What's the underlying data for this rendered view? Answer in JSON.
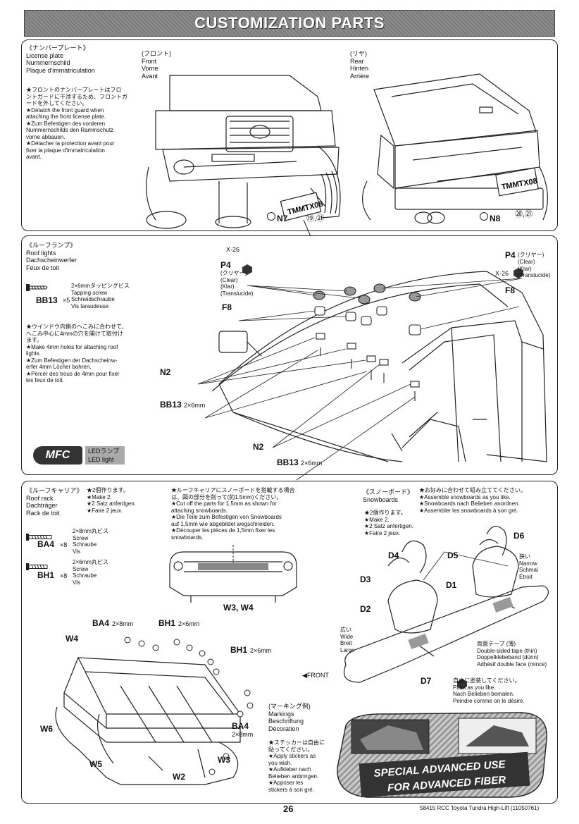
{
  "header": {
    "title": "CUSTOMIZATION PARTS"
  },
  "panel1": {
    "title_lines": "《ナンバープレート》\nLicense plate\nNummernschild\nPlaque d'immatriculation",
    "note_lines": "★フロントのナンバープレートはフロ\nントガードに干渉するため、フロントガ\nードを外してください。\n★Detatch the front guard when\nattaching the front license plate.\n★Zum Befestigen des vorderen\nNummernschilds den Rammschutz\nvorne abbauen.\n★Détacher la protection avant pour\nfixer la plaque d'immatriculation\navant.",
    "front_label": "(フロント)\nFront\nVorne\nAvant",
    "rear_label": "(リヤ)\nRear\nHinten\nArrière",
    "plate_text": "TMMTX08",
    "n7": "N7",
    "n8": "N8",
    "sticker_front": "⑲,㉑",
    "sticker_rear": "⑳,㉑"
  },
  "panel2": {
    "title_lines": "《ルーフランプ》\nRoof lights\nDachscheinwerfer\nFeux de toit",
    "screw_desc": "2×6mmタッピングビス\nTapping screw\nSchneidschraube\nVis taraudeuse",
    "screw_code": "BB13",
    "screw_qty": "×5",
    "note_lines": "★ウインドウ内側のへこみに合わせて、\nへこみ中心に4mmの穴を開けて取付け\nます。\n★Make 4mm holes for attaching roof\nlights.\n★Zum Befestigen der Dachscheinw-\nerfer 4mm Löcher bohren.\n★Percer des trous de 4mm pour fixer\nles feux de toit.",
    "mfc_badge": "MFC",
    "mfc_text": "LEDランプ\nLED light",
    "x26_a": "X-26",
    "x26_b": "X-26",
    "p4_left": "P4",
    "p4_left_desc": "(クリヤー)\n(Clear)\n(Klar)\n(Translucide)",
    "p4_right": "P4",
    "p4_right_suffix": "(クリヤー)",
    "p4_right_desc": "(Clear)\n(Klar)\n(Translucide)",
    "f8_left": "F8",
    "f8_right": "F8",
    "n2_a": "N2",
    "n2_b": "N2",
    "bb13_a": "BB13",
    "bb13_a_size": "2×6mm",
    "bb13_b": "BB13",
    "bb13_b_size": "2×6mm"
  },
  "panel3": {
    "title_lines": "《ルーフキャリア》\nRoof rack\nDachträger\nRack de toit",
    "make_lines": "★2個作ります。\n★Make 2.\n★2 Satz anfertigen.\n★Faire 2 jeux.",
    "ba4_desc": "2×8mm丸ビス\nScrew\nSchraube\nVis",
    "ba4_code": "BA4",
    "ba4_qty": "×8",
    "bh1_desc": "2×6mm丸ビス\nScrew\nSchraube\nVis",
    "bh1_code": "BH1",
    "bh1_qty": "×8",
    "cut_note": "★ルーフキャリアにスノーボードを搭載する場合\nは、図の部分を削って(約1.5mm)ください。\n★Cut off the parts for 1.5mm as shown for\nattaching snowboards.\n★Die Teile zum Befestigen von Snowboards\nauf 1,5mm wie abgebildet wegschneiden.\n★Découper les pièces de 1,5mm fixer les\nsnowboards.",
    "w3w4": "W3, W4",
    "rack_labels": {
      "ba4_top": "BA4",
      "ba4_top_size": "2×8mm",
      "bh1_top": "BH1",
      "bh1_top_size": "2×6mm",
      "bh1_right": "BH1",
      "bh1_right_size": "2×6mm",
      "ba4_right": "BA4",
      "ba4_right_size": "2×8mm",
      "w4": "W4",
      "w6": "W6",
      "w5": "W5",
      "w2": "W2",
      "w3": "W3"
    },
    "snowboard_title": "《スノーボード》\nSnowboards",
    "snowboard_make": "★2個作ります。\n★Make 2.\n★2 Satz anfertigen.\n★Faire 2 jeux.",
    "snowboard_note": "★お好みに合わせて組み立ててください。\n★Assemble snowboards as you like.\n★Snowboards nach Belieben anordnen.\n★Assembler les snowboards à son gré.",
    "d_labels": {
      "d1": "D1",
      "d2": "D2",
      "d3": "D3",
      "d4": "D4",
      "d5": "D5",
      "d6": "D6",
      "d7": "D7"
    },
    "narrow": "狭い\nNarrow\nSchmal\nÉtroit",
    "wide": "広い\nWide\nBreit\nLarge",
    "front_arrow": "◀FRONT",
    "tape": "両面テープ (薄)\nDouble-sided tape (thin)\nDoppelklebeband (dünn)\nAdhésif double face (mince)",
    "paint": "自由に塗装してください。\nPaint as you like.\nNach Belieben bemalen.\nPeindre comme on le désire.",
    "markings_title": "(マーキング例)\nMarkings\nBeschriftung\nDécoration",
    "stickers": "★ステッカーは自由に\n貼ってください。\n★Apply stickers as\nyou wish.\n★Aufkleber nach\nBelieben anbringen.\n★Apposer les\nstickers à son gré.",
    "board_text_1": "SPECIAL ADVANCED USE",
    "board_text_2": "FOR ADVANCED FIBER"
  },
  "footer": {
    "page_number": "26",
    "product": "58415 RCC Toyota Tundra High-Lift (11050761)"
  }
}
